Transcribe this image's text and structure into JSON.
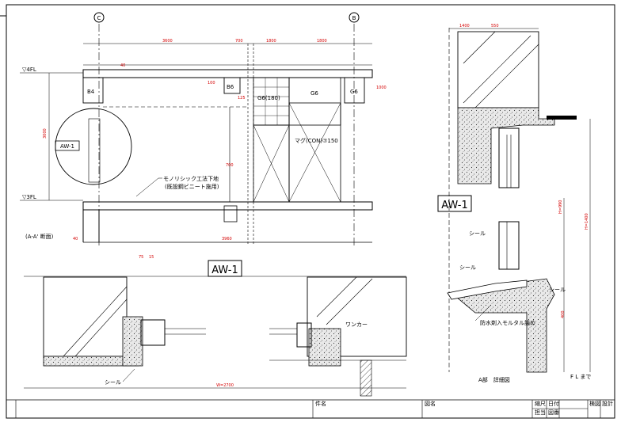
{
  "drawing": {
    "grid_marks": [
      "C",
      "B"
    ],
    "levels": {
      "upper": "▽4FL",
      "lower": "▽3FL"
    },
    "callout": "AW-1",
    "notes": {
      "monolithic": "モノリシック工法下地",
      "monolithic_sub": "(既設鋼ビニート施用)",
      "section_caption": "(A-A' 断面)",
      "mortar": "マグ(CON)⑦150",
      "beam_sub": "G6(180)",
      "beam_main": "G6",
      "beam_b4": "B4",
      "beam_b6": "B6",
      "beam_g6_right": "G6"
    },
    "detail_title": "AW-1",
    "right_detail": {
      "label_aw": "AW-1",
      "seal_1": "シール",
      "seal_2": "シール",
      "seal_3": "シール",
      "mortar_fill": "防水剤入モルタル詰め",
      "title": "A部　詳細図",
      "fl": "F L まで"
    },
    "bottom_detail": {
      "seal": "シール",
      "flashing": "ワンカー"
    },
    "title_block": {
      "cell_1": "件名",
      "cell_2": "図名",
      "cell_3": "縮尺",
      "cell_4": "日付",
      "cell_5": "担当",
      "cell_6": "図番",
      "cell_7": "検図",
      "cell_8": "設計"
    }
  },
  "dimensions": {
    "top": [
      "3600",
      "700",
      "1800",
      "1800"
    ],
    "right_top": [
      "1400",
      "550"
    ],
    "left_vert": [
      "3000"
    ],
    "bottom_mid": "3960",
    "bottom_span": "W=2700"
  },
  "colors": {
    "line": "#000000",
    "dimension": "#d40000"
  }
}
